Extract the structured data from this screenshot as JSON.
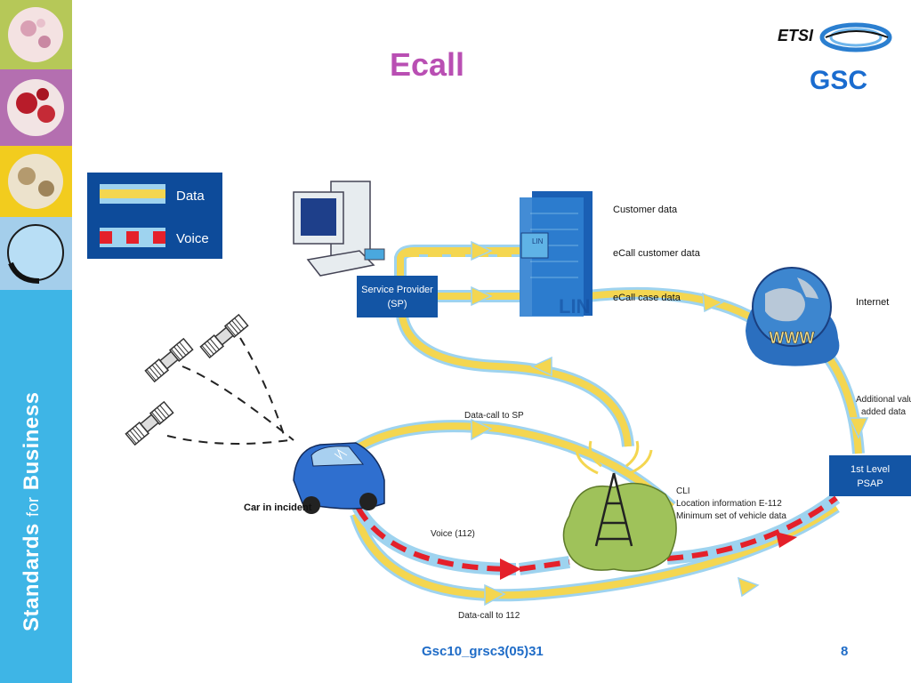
{
  "slide": {
    "title": "Ecall",
    "footer_code": "Gsc10_grsc3(05)31",
    "page_number": "8"
  },
  "sidebar": {
    "text_main": "Standards",
    "text_small": "for",
    "text_end": "Business",
    "colors": [
      "#b6c858",
      "#b46fb0",
      "#f2cc1e",
      "#a4ceeb",
      "#3eb5e6"
    ]
  },
  "logo": {
    "etsi": "ETSI",
    "gsc": "GSC"
  },
  "legend": {
    "data_label": "Data",
    "voice_label": "Voice"
  },
  "diagram": {
    "service_provider_line1": "Service Provider",
    "service_provider_line2": "(SP)",
    "customer_data": "Customer data",
    "ecall_customer_data": "eCall customer data",
    "ecall_case_data": "eCall case data",
    "internet": "Internet",
    "additional_value_line1": "Additional value",
    "additional_value_line2": "added data",
    "psap_line1": "1st Level",
    "psap_line2": "PSAP",
    "data_call_sp": "Data-call to SP",
    "cli_line1": "CLI",
    "cli_line2": "Location information E-112",
    "cli_line3": "Minimum set of vehicle data",
    "car_in_incident": "Car in incident",
    "voice_112": "Voice (112)",
    "data_call_112": "Data-call to 112",
    "www": "WWW",
    "link_label": "LIN"
  }
}
